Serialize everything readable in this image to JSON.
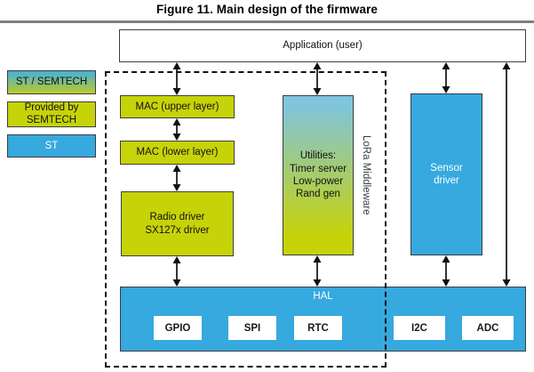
{
  "figure_title": "Figure 11. Main design of the firmware",
  "legend": {
    "st_semtech": "ST / SEMTECH",
    "provided_by_semtech": "Provided by\nSEMTECH",
    "st": "ST"
  },
  "blocks": {
    "application": "Application (user)",
    "mac_upper": "MAC (upper layer)",
    "mac_lower": "MAC (lower layer)",
    "radio_driver": "Radio driver\nSX127x driver",
    "utilities": "Utilities:\nTimer server\nLow-power\nRand gen",
    "lora_middleware": "LoRa Middleware",
    "sensor_driver": "Sensor\ndriver",
    "hal": "HAL",
    "hal_modules": [
      "GPIO",
      "SPI",
      "RTC",
      "I2C",
      "ADC"
    ]
  },
  "colors": {
    "green": "#c6d309",
    "blue": "#36a9de",
    "utilities_top": "#7fc4e1",
    "legend_grad_top": "#45b0dc",
    "legend_grad_bottom": "#bcca28",
    "rule_gray": "#7f7f7f"
  }
}
